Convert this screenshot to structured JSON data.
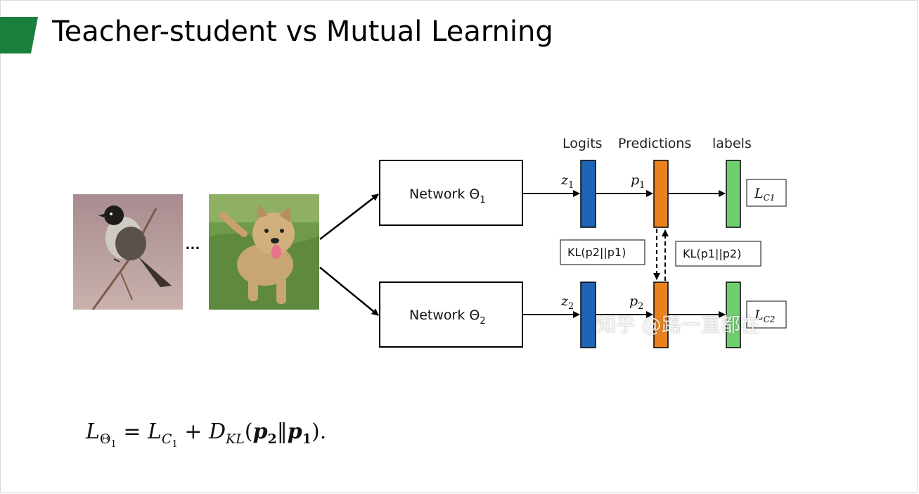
{
  "slide": {
    "title": "Teacher-student vs Mutual Learning",
    "accent_color": "#1a7f3c"
  },
  "images": {
    "bird": "bird-photo",
    "dog": "dog-photo",
    "ellipsis": "…"
  },
  "diagram": {
    "headers": {
      "logits": "Logits",
      "predictions": "Predictions",
      "labels": "labels"
    },
    "network1": {
      "label": "Network Θ",
      "subscript": "1"
    },
    "network2": {
      "label": "Network Θ",
      "subscript": "2"
    },
    "z1": {
      "label": "z",
      "subscript": "1"
    },
    "z2": {
      "label": "z",
      "subscript": "2"
    },
    "p1": {
      "label": "p",
      "subscript": "1"
    },
    "p2": {
      "label": "p",
      "subscript": "2"
    },
    "loss1": {
      "label": "L",
      "subscript": "C1"
    },
    "loss2": {
      "label": "L",
      "subscript": "C2"
    },
    "kl_left": "KL(p2||p1)",
    "kl_right": "KL(p1||p2)",
    "colors": {
      "logits": "#1f63b5",
      "predictions": "#e8821e",
      "labels": "#6fcf6f"
    }
  },
  "watermark": "知乎 @路一直都在",
  "formula": {
    "lhs": "L",
    "lhs_sub": "Θ",
    "lhs_subsub": "1",
    "equals": " = ",
    "term1": "L",
    "term1_sub": "C",
    "term1_subsub": "1",
    "plus": " + ",
    "term2": "D",
    "term2_sub": "KL",
    "open": "(",
    "p2": "p",
    "p2_sub": "2",
    "norm": "‖",
    "p1": "p",
    "p1_sub": "1",
    "close": ")."
  }
}
